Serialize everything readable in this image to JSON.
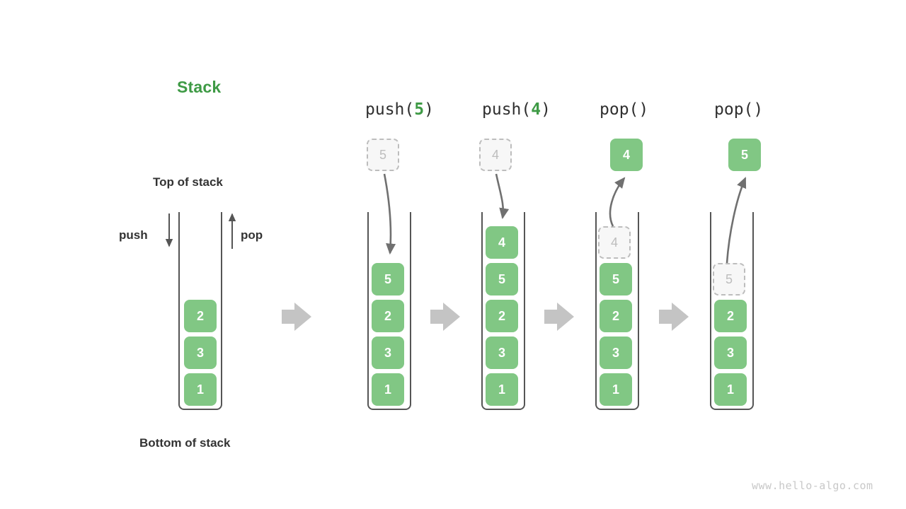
{
  "title": "Stack",
  "labels": {
    "top_of_stack": "Top of stack",
    "bottom_of_stack": "Bottom of stack",
    "push": "push",
    "pop": "pop"
  },
  "watermark": "www.hello-algo.com",
  "colors": {
    "accent_green": "#3e9a45",
    "cell_green": "#81c784",
    "ghost_border": "#bdbdbd",
    "ghost_fill": "#f7f7f7",
    "container_stroke": "#555555",
    "transition_arrow": "#c4c4c4",
    "curve_arrow": "#707070",
    "text_dark": "#333333",
    "watermark": "#c8c8c8"
  },
  "columns": [
    {
      "id": "initial",
      "op_prefix": "",
      "op_arg": "",
      "op_suffix": "",
      "has_op_label": false,
      "floating_cell": null,
      "stack_cells": [
        "2",
        "3",
        "1"
      ]
    },
    {
      "id": "push-5",
      "op_prefix": "push(",
      "op_arg": "5",
      "op_suffix": ")",
      "has_op_label": true,
      "floating_cell": {
        "value": "5",
        "style": "ghost"
      },
      "stack_cells": [
        "5",
        "2",
        "3",
        "1"
      ]
    },
    {
      "id": "push-4",
      "op_prefix": "push(",
      "op_arg": "4",
      "op_suffix": ")",
      "has_op_label": true,
      "floating_cell": {
        "value": "4",
        "style": "ghost"
      },
      "stack_cells": [
        "4",
        "5",
        "2",
        "3",
        "1"
      ]
    },
    {
      "id": "pop-1",
      "op_prefix": "pop(",
      "op_arg": "",
      "op_suffix": ")",
      "has_op_label": true,
      "floating_cell": {
        "value": "4",
        "style": "solid"
      },
      "stack_cells": [
        "4",
        "5",
        "2",
        "3",
        "1"
      ],
      "ghost_top_cell": "4"
    },
    {
      "id": "pop-2",
      "op_prefix": "pop(",
      "op_arg": "",
      "op_suffix": ")",
      "has_op_label": true,
      "floating_cell": {
        "value": "5",
        "style": "solid"
      },
      "stack_cells": [
        "5",
        "2",
        "3",
        "1"
      ],
      "ghost_top_cell": "5"
    }
  ]
}
